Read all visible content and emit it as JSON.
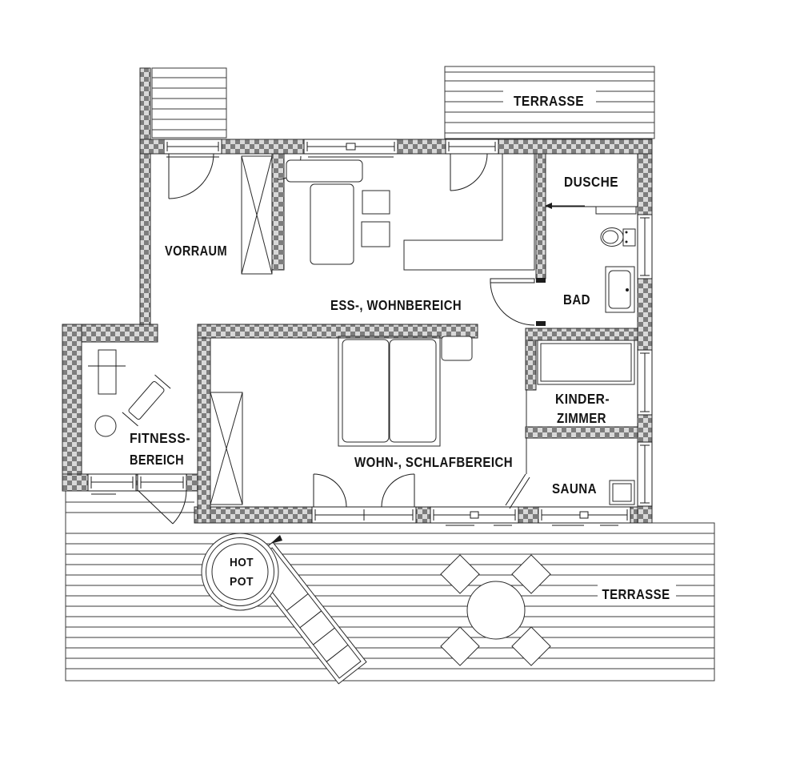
{
  "title": "Floor plan",
  "rooms": {
    "terrasse_top": "TERRASSE",
    "vorraum": "VORRAUM",
    "dusche": "DUSCHE",
    "ess_wohnbereich": "ESS-, WOHNBEREICH",
    "bad": "BAD",
    "kinder_line1": "KINDER-",
    "kinder_line2": "ZIMMER",
    "fitness_line1": "FITNESS-",
    "fitness_line2": "BEREICH",
    "wohn_schlafbereich": "WOHN-, SCHLAFBEREICH",
    "sauna": "SAUNA",
    "hotpot_line1": "HOT",
    "hotpot_line2": "POT",
    "terrasse_bottom": "TERRASSE"
  },
  "colors": {
    "wall_dark": "#7d7d7d",
    "wall_light": "#d9d9d9",
    "line": "#1c1c1c",
    "background": "#ffffff"
  }
}
